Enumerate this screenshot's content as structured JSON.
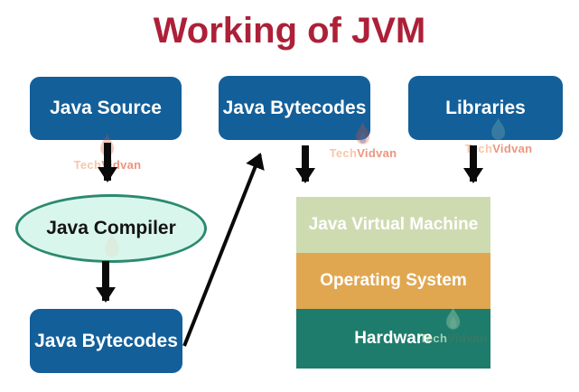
{
  "title": "Working of JVM",
  "title_color": "#ad2038",
  "colors": {
    "node_blue": "#135f99",
    "ellipse_fill": "#d9f6ed",
    "ellipse_border": "#2b8a6f",
    "arrow": "#0a0a0a"
  },
  "nodes": {
    "java_source": {
      "label": "Java Source",
      "fill": "#135f99",
      "text_color": "#ffffff"
    },
    "java_bytecodes_top": {
      "label": "Java Bytecodes",
      "fill": "#135f99",
      "text_color": "#ffffff"
    },
    "libraries": {
      "label": "Libraries",
      "fill": "#135f99",
      "text_color": "#ffffff"
    },
    "java_compiler": {
      "label": "Java Compiler",
      "fill": "#d9f6ed",
      "text_color": "#141414"
    },
    "java_bytecodes_bottom": {
      "label": "Java Bytecodes",
      "fill": "#135f99",
      "text_color": "#ffffff"
    },
    "stack": [
      {
        "label": "Java Virtual Machine",
        "fill": "#cedbb1",
        "text_color": "#ffffff"
      },
      {
        "label": "Operating System",
        "fill": "#e1a750",
        "text_color": "#ffffff"
      },
      {
        "label": "Hardware",
        "fill": "#1e7c6c",
        "text_color": "#ffffff"
      }
    ]
  },
  "edges": [
    {
      "from": "java_source",
      "to": "java_compiler"
    },
    {
      "from": "java_compiler",
      "to": "java_bytecodes_bottom"
    },
    {
      "from": "java_bytecodes_bottom",
      "to": "java_bytecodes_top"
    },
    {
      "from": "java_bytecodes_top",
      "to": "stack"
    },
    {
      "from": "libraries",
      "to": "stack"
    }
  ],
  "watermark": {
    "tech": "Tech",
    "vidvan": "Vidvan"
  }
}
